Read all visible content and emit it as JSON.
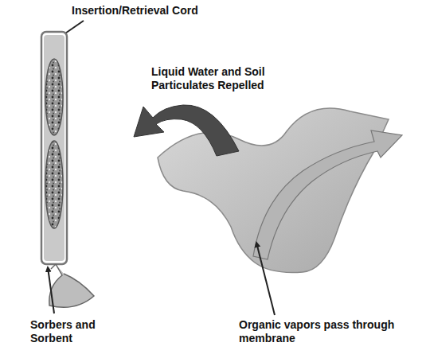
{
  "diagram": {
    "labels": [
      "Insertion/Retrieval Cord",
      "Liquid Water and Soil Particulates Repelled",
      "Sorbers and Sorbent",
      "Organic vapors pass through membrane"
    ]
  }
}
